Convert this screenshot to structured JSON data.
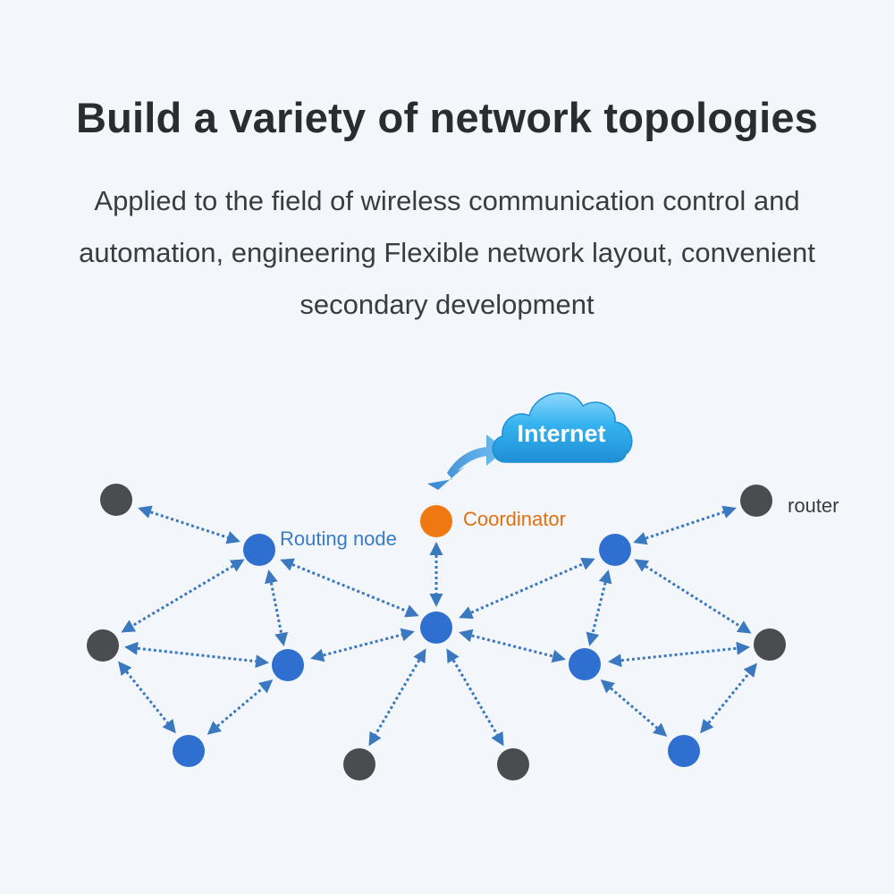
{
  "header": {
    "title": "Build a variety of network topologies",
    "subtitle_lines": [
      "Applied to the field of wireless communication control and",
      "automation, engineering Flexible network layout, convenient",
      "secondary development"
    ]
  },
  "diagram": {
    "labels": {
      "internet": "Internet",
      "coordinator": "Coordinator",
      "routing_node": "Routing node",
      "router": "router"
    },
    "colors": {
      "routing_node": "#2f6fd0",
      "router": "#4a4c50",
      "coordinator": "#f07810",
      "link": "#3a78c0",
      "cloud": "#2aa6e6",
      "arrow": "#3a90d8"
    }
  }
}
